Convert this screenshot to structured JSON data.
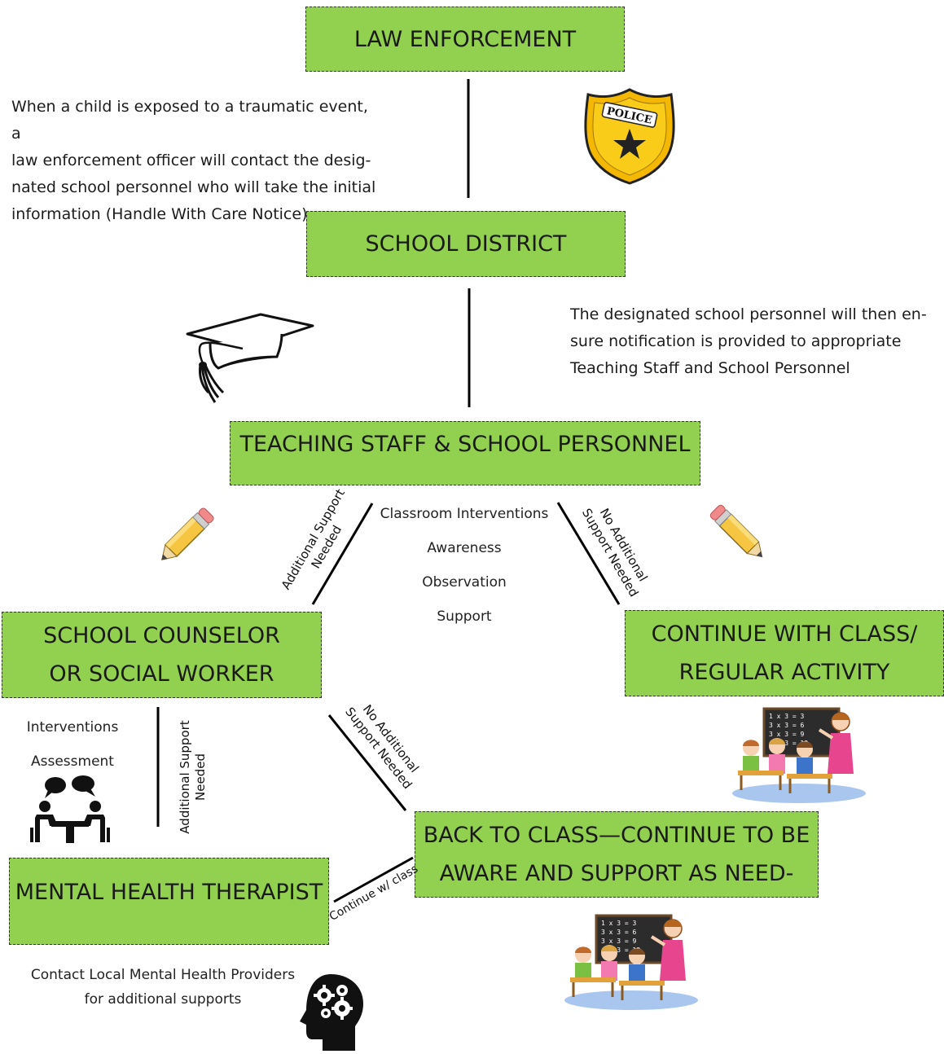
{
  "boxes": {
    "law": "LAW ENFORCEMENT",
    "district": "SCHOOL DISTRICT",
    "staff": "TEACHING STAFF & SCHOOL PERSONNEL",
    "counselor": [
      "SCHOOL COUNSELOR",
      "OR SOCIAL WORKER"
    ],
    "continue_class": [
      "CONTINUE WITH CLASS/",
      "REGULAR ACTIVITY"
    ],
    "back_to_class": [
      "BACK TO CLASS—CONTINUE TO BE",
      "AWARE AND SUPPORT AS NEED-"
    ],
    "therapist": "MENTAL HEALTH THERAPIST"
  },
  "notes": {
    "law": [
      "When a child is exposed to a traumatic event, a",
      "law enforcement officer will contact the desig-",
      "nated school personnel who will take the initial",
      "information (Handle With Care Notice)"
    ],
    "district": [
      "The designated school personnel will then en-",
      "sure notification is provided to appropriate",
      "Teaching Staff and School Personnel"
    ],
    "classroom": [
      "Classroom Interventions",
      "Awareness",
      "Observation",
      "Support"
    ],
    "counselor": [
      "Interventions",
      "Assessment"
    ],
    "therapist": [
      "Contact Local Mental Health Providers",
      "for additional supports"
    ]
  },
  "edge_labels": {
    "staff_to_counselor": [
      "Additional Support",
      "Needed"
    ],
    "staff_to_continue": [
      "No Additional",
      "Support Needed"
    ],
    "counselor_to_back": [
      "No Additional",
      "Support Needed"
    ],
    "counselor_to_therapist": [
      "Additional Support",
      "Needed"
    ],
    "therapist_to_back": "Continue w/ class"
  },
  "badge": {
    "text": "POLICE"
  },
  "chalkboard": [
    "1 x 3 = 3",
    "3 x 3 = 6",
    "3 x 3 = 9",
    "4 x 3 = 12"
  ],
  "colors": {
    "box_fill": "#92d050",
    "badge": "#f5b800",
    "pencil": "#f6c642"
  }
}
